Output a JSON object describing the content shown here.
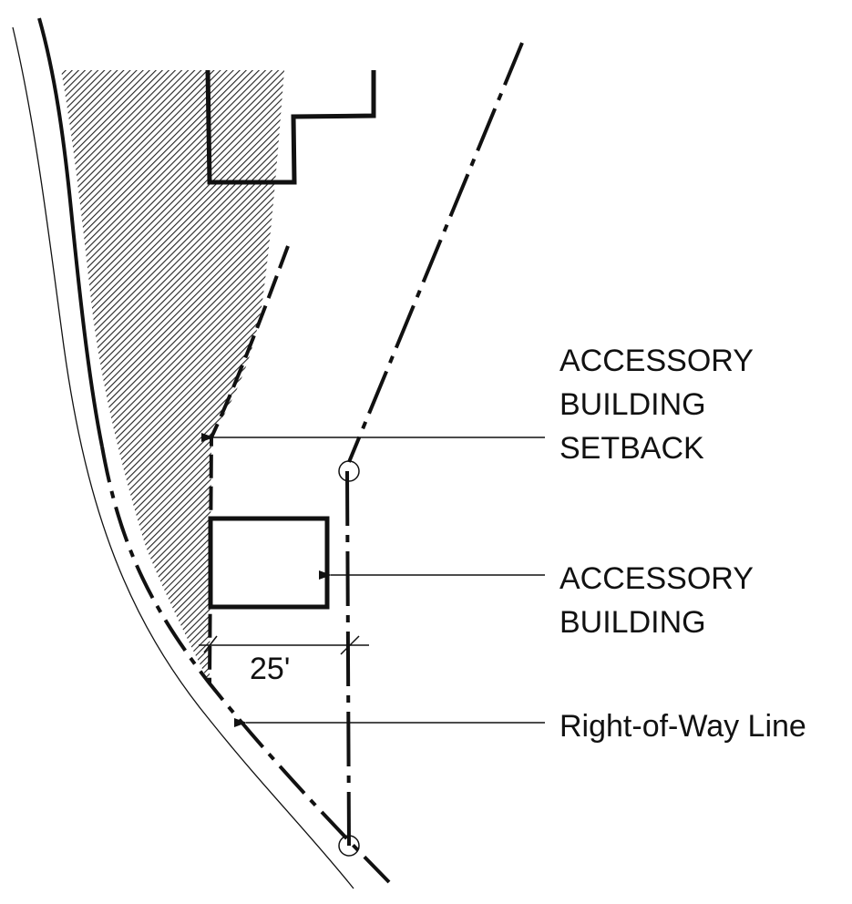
{
  "labels": {
    "setback": [
      "ACCESSORY",
      "BUILDING",
      "SETBACK"
    ],
    "building": [
      "ACCESSORY",
      "BUILDING"
    ],
    "row_line": "Right-of-Way Line",
    "dimension": "25'"
  },
  "colors": {
    "line": "#111111",
    "background": "#ffffff"
  }
}
